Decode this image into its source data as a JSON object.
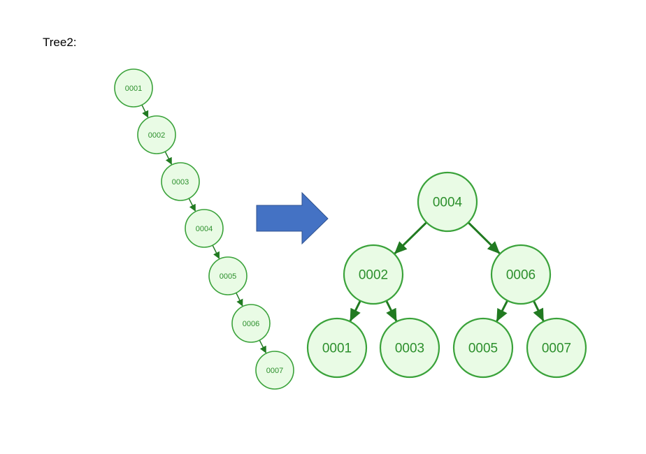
{
  "title": "Tree2:",
  "colors": {
    "node_fill": "#e9fbe5",
    "node_stroke": "#3aa23a",
    "edge": "#217a21",
    "label": "#2c8f2c",
    "arrow_fill": "#4472c4",
    "arrow_stroke": "#2f528f"
  },
  "unbalanced_tree": {
    "nodes": [
      {
        "id": "n1",
        "label": "0001"
      },
      {
        "id": "n2",
        "label": "0002"
      },
      {
        "id": "n3",
        "label": "0003"
      },
      {
        "id": "n4",
        "label": "0004"
      },
      {
        "id": "n5",
        "label": "0005"
      },
      {
        "id": "n6",
        "label": "0006"
      },
      {
        "id": "n7",
        "label": "0007"
      }
    ],
    "edges": [
      {
        "from": "n1",
        "to": "n2"
      },
      {
        "from": "n2",
        "to": "n3"
      },
      {
        "from": "n3",
        "to": "n4"
      },
      {
        "from": "n4",
        "to": "n5"
      },
      {
        "from": "n5",
        "to": "n6"
      },
      {
        "from": "n6",
        "to": "n7"
      }
    ]
  },
  "balanced_tree": {
    "nodes": [
      {
        "id": "b4",
        "label": "0004"
      },
      {
        "id": "b2",
        "label": "0002"
      },
      {
        "id": "b6",
        "label": "0006"
      },
      {
        "id": "b1",
        "label": "0001"
      },
      {
        "id": "b3",
        "label": "0003"
      },
      {
        "id": "b5",
        "label": "0005"
      },
      {
        "id": "b7",
        "label": "0007"
      }
    ],
    "edges": [
      {
        "from": "b4",
        "to": "b2"
      },
      {
        "from": "b4",
        "to": "b6"
      },
      {
        "from": "b2",
        "to": "b1"
      },
      {
        "from": "b2",
        "to": "b3"
      },
      {
        "from": "b6",
        "to": "b5"
      },
      {
        "from": "b6",
        "to": "b7"
      }
    ]
  }
}
